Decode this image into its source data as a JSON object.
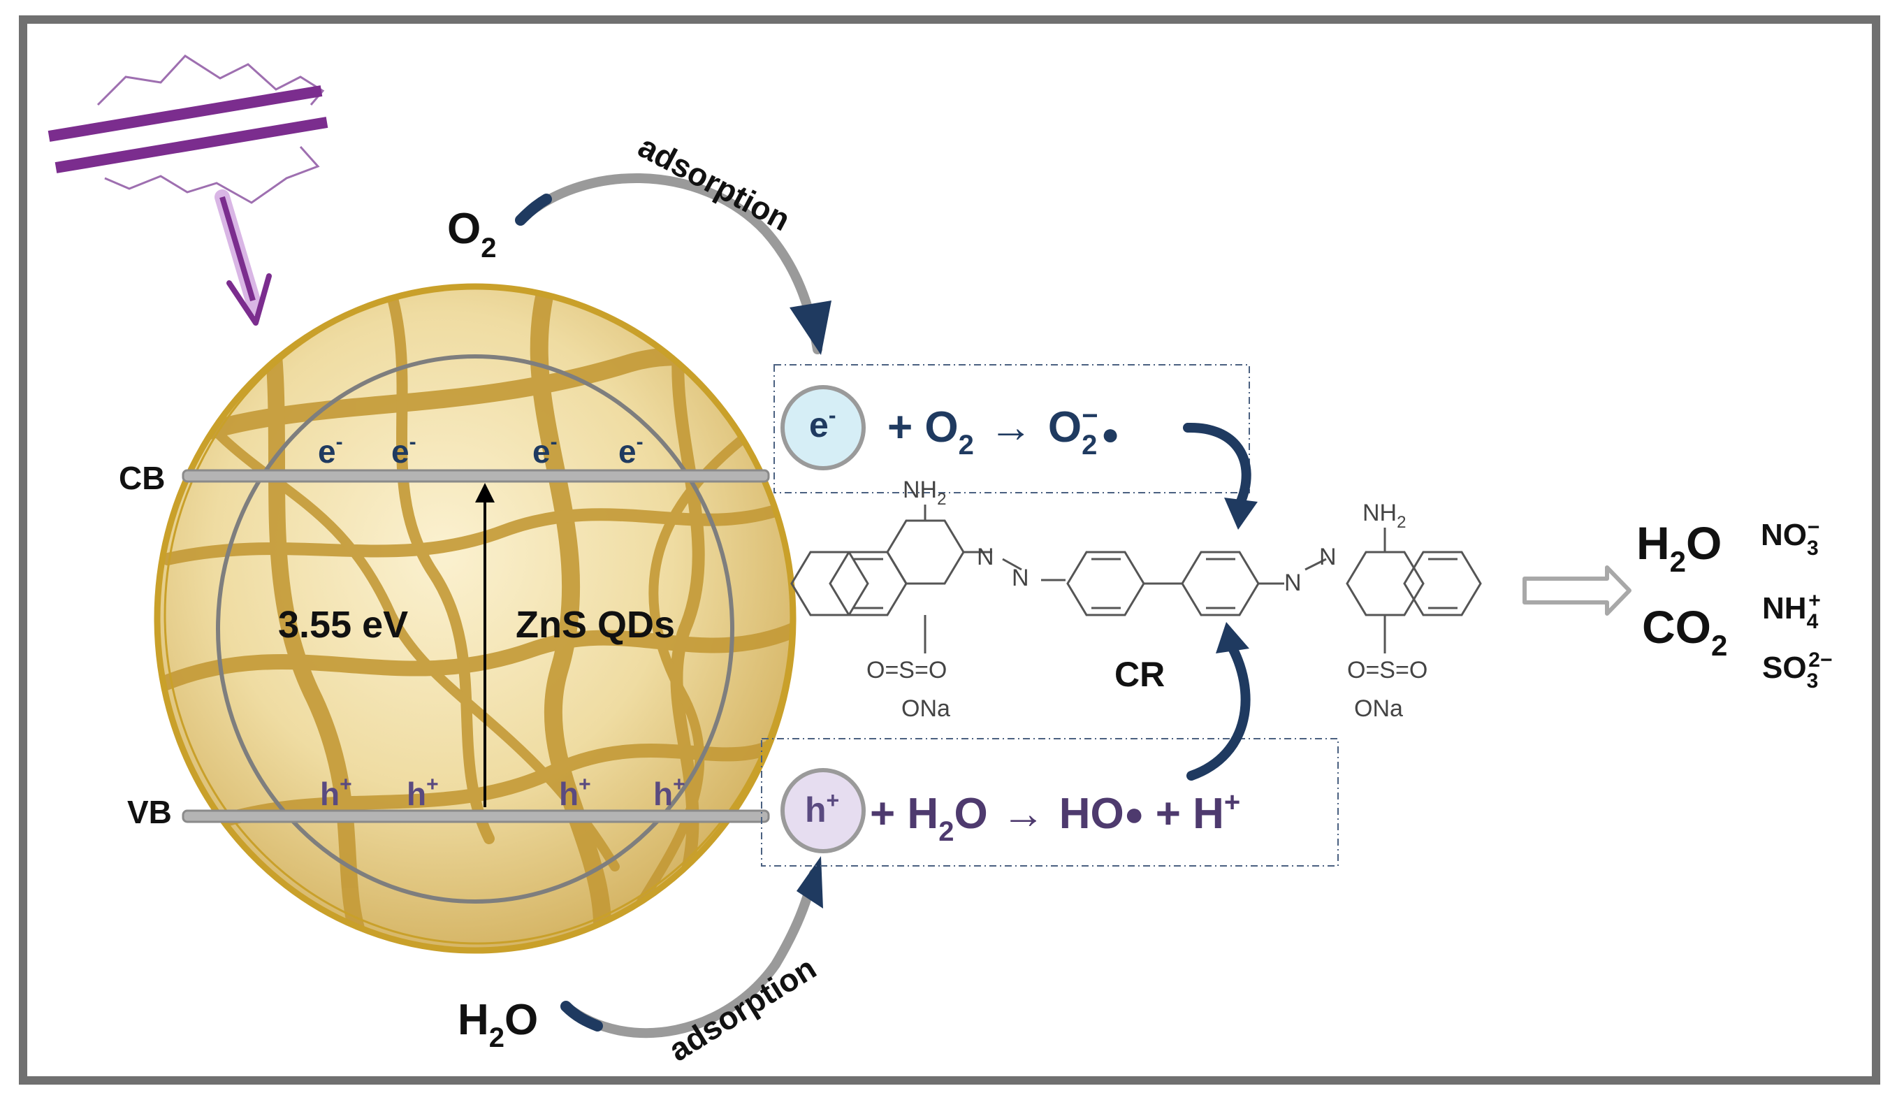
{
  "labels": {
    "cb": "CB",
    "vb": "VB",
    "band_gap": "3.55 eV",
    "material": "ZnS QDs",
    "o2_base": "O",
    "o2_sub": "2",
    "h2o_h": "H",
    "h2o_sub": "2",
    "h2o_o": "O",
    "adsorption_top": "adsorption",
    "adsorption_bottom": "adsorption",
    "cr": "CR"
  },
  "carriers": {
    "electron_base": "e",
    "electron_sup": "-",
    "hole_base": "h",
    "hole_sup": "+"
  },
  "reaction_electron": {
    "carrier_base": "e",
    "carrier_sup": "-",
    "plus_o": "+ O",
    "o_sub": "2",
    "arrow": "→",
    "product_o": "O",
    "product_sub": "2",
    "product_sup": "−",
    "radical_dot": "●"
  },
  "reaction_hole": {
    "carrier_base": "h",
    "carrier_sup": "+",
    "plus_h": "+ H",
    "h_sub": "2",
    "o": "O",
    "arrow": "→",
    "ho": "HO",
    "radical_dot": "●",
    "plus_h2": "+ H",
    "h_sup": "+"
  },
  "molecule": {
    "nh2_left": "NH",
    "nh2_left_sub": "2",
    "nh2_right": "NH",
    "nh2_right_sub": "2",
    "n_left_a": "N",
    "n_left_b": "N",
    "n_right_a": "N",
    "n_right_b": "N",
    "so3_left": "O=S=O",
    "ona_left": "ONa",
    "so3_right": "O=S=O",
    "ona_right": "ONa"
  },
  "products": {
    "h2o_h": "H",
    "h2o_sub": "2",
    "h2o_o": "O",
    "co2_co": "CO",
    "co2_sub": "2",
    "no3": "NO",
    "no3_sub": "3",
    "no3_sup": "−",
    "nh4": "NH",
    "nh4_sub": "4",
    "nh4_sup": "+",
    "so3": "SO",
    "so3_sub": "3",
    "so3_sup": "2−"
  },
  "colors": {
    "frame": "#707070",
    "gold": "#C9A02A",
    "navy": "#1F3A60",
    "purple": "#4E3A6E",
    "uv": "#7B2D8E",
    "band": "#B4B4B4",
    "electron_fill": "#D6EEF6",
    "hole_fill": "#E6DDF0"
  },
  "icons": [
    "uv-lamp-icon",
    "uv-light-arrow-icon",
    "hollow-arrow-icon",
    "radical-dot-icon"
  ]
}
